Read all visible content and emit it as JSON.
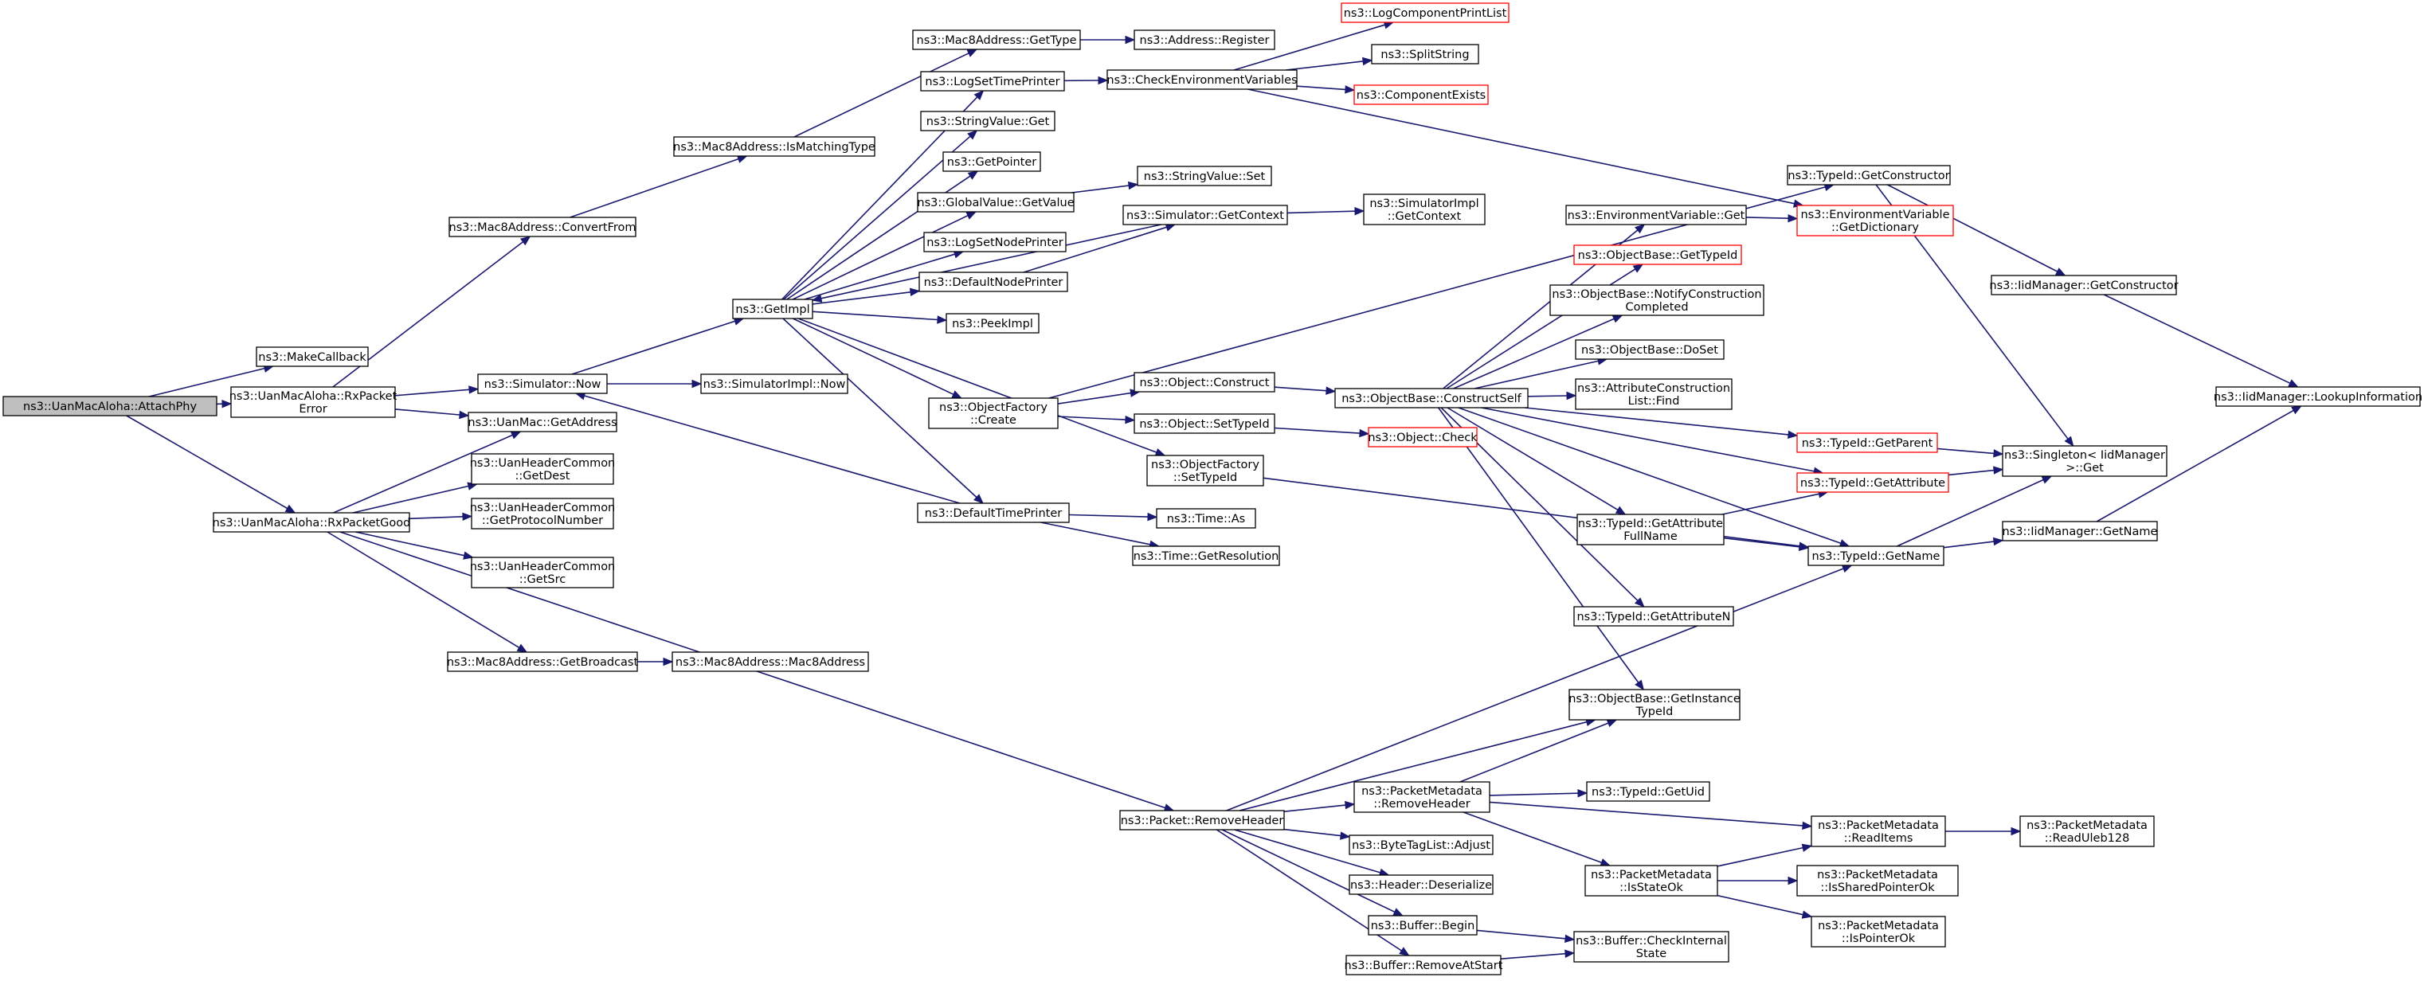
{
  "colors": {
    "edge": "#191970",
    "node_border": "#000000",
    "node_border_incomplete": "#ff0000",
    "root_fill": "#bfbfbf",
    "node_fill": "#ffffff"
  },
  "nodes": [
    {
      "id": "root",
      "lines": [
        "ns3::UanMacAloha::AttachPhy"
      ],
      "root": true
    },
    {
      "id": "makeCallback",
      "lines": [
        "ns3::MakeCallback"
      ]
    },
    {
      "id": "rxPacketError",
      "lines": [
        "ns3::UanMacAloha::RxPacket",
        "Error"
      ]
    },
    {
      "id": "rxPacketGood",
      "lines": [
        "ns3::UanMacAloha::RxPacketGood"
      ]
    },
    {
      "id": "mac8ConvertFrom",
      "lines": [
        "ns3::Mac8Address::ConvertFrom"
      ]
    },
    {
      "id": "simNow",
      "lines": [
        "ns3::Simulator::Now"
      ]
    },
    {
      "id": "uanMacGetAddress",
      "lines": [
        "ns3::UanMac::GetAddress"
      ]
    },
    {
      "id": "getDest",
      "lines": [
        "ns3::UanHeaderCommon",
        "::GetDest"
      ]
    },
    {
      "id": "getProtocolNumber",
      "lines": [
        "ns3::UanHeaderCommon",
        "::GetProtocolNumber"
      ]
    },
    {
      "id": "getSrc",
      "lines": [
        "ns3::UanHeaderCommon",
        "::GetSrc"
      ]
    },
    {
      "id": "mac8GetBroadcast",
      "lines": [
        "ns3::Mac8Address::GetBroadcast"
      ]
    },
    {
      "id": "mac8Ctor",
      "lines": [
        "ns3::Mac8Address::Mac8Address"
      ]
    },
    {
      "id": "mac8IsMatchingType",
      "lines": [
        "ns3::Mac8Address::IsMatchingType"
      ]
    },
    {
      "id": "mac8GetType",
      "lines": [
        "ns3::Mac8Address::GetType"
      ]
    },
    {
      "id": "addressRegister",
      "lines": [
        "ns3::Address::Register"
      ]
    },
    {
      "id": "getImpl",
      "lines": [
        "ns3::GetImpl"
      ]
    },
    {
      "id": "simImplNow",
      "lines": [
        "ns3::SimulatorImpl::Now"
      ]
    },
    {
      "id": "logSetTimePrinter",
      "lines": [
        "ns3::LogSetTimePrinter"
      ]
    },
    {
      "id": "stringValueGet",
      "lines": [
        "ns3::StringValue::Get"
      ]
    },
    {
      "id": "getPointer",
      "lines": [
        "ns3::GetPointer"
      ]
    },
    {
      "id": "globalValueGetValue",
      "lines": [
        "ns3::GlobalValue::GetValue"
      ]
    },
    {
      "id": "logSetNodePrinter",
      "lines": [
        "ns3::LogSetNodePrinter"
      ]
    },
    {
      "id": "defaultNodePrinter",
      "lines": [
        "ns3::DefaultNodePrinter"
      ]
    },
    {
      "id": "peekImpl",
      "lines": [
        "ns3::PeekImpl"
      ]
    },
    {
      "id": "objectFactoryCreate",
      "lines": [
        "ns3::ObjectFactory",
        "::Create"
      ]
    },
    {
      "id": "defaultTimePrinter",
      "lines": [
        "ns3::DefaultTimePrinter"
      ]
    },
    {
      "id": "checkEnvVars",
      "lines": [
        "ns3::CheckEnvironmentVariables"
      ]
    },
    {
      "id": "logComponentPrintList",
      "lines": [
        "ns3::LogComponentPrintList"
      ],
      "incomplete": true
    },
    {
      "id": "splitString",
      "lines": [
        "ns3::SplitString"
      ]
    },
    {
      "id": "componentExists",
      "lines": [
        "ns3::ComponentExists"
      ],
      "incomplete": true
    },
    {
      "id": "stringValueSet",
      "lines": [
        "ns3::StringValue::Set"
      ]
    },
    {
      "id": "simGetContext",
      "lines": [
        "ns3::Simulator::GetContext"
      ]
    },
    {
      "id": "simImplGetContext",
      "lines": [
        "ns3::SimulatorImpl",
        "::GetContext"
      ]
    },
    {
      "id": "objectConstruct",
      "lines": [
        "ns3::Object::Construct"
      ]
    },
    {
      "id": "objectSetTypeId",
      "lines": [
        "ns3::Object::SetTypeId"
      ]
    },
    {
      "id": "objectFactorySetTypeId",
      "lines": [
        "ns3::ObjectFactory",
        "::SetTypeId"
      ]
    },
    {
      "id": "timeAs",
      "lines": [
        "ns3::Time::As"
      ]
    },
    {
      "id": "timeGetResolution",
      "lines": [
        "ns3::Time::GetResolution"
      ]
    },
    {
      "id": "objectCheck",
      "lines": [
        "ns3::Object::Check"
      ],
      "incomplete": true
    },
    {
      "id": "constructSelf",
      "lines": [
        "ns3::ObjectBase::ConstructSelf"
      ]
    },
    {
      "id": "envVarGet",
      "lines": [
        "ns3::EnvironmentVariable::Get"
      ]
    },
    {
      "id": "obGetTypeId",
      "lines": [
        "ns3::ObjectBase::GetTypeId"
      ],
      "incomplete": true
    },
    {
      "id": "notifyConstructionCompleted",
      "lines": [
        "ns3::ObjectBase::NotifyConstruction",
        "Completed"
      ]
    },
    {
      "id": "obDoSet",
      "lines": [
        "ns3::ObjectBase::DoSet"
      ]
    },
    {
      "id": "attrConstructionListFind",
      "lines": [
        "ns3::AttributeConstruction",
        "List::Find"
      ]
    },
    {
      "id": "typeIdGetAttributeFullName",
      "lines": [
        "ns3::TypeId::GetAttribute",
        "FullName"
      ]
    },
    {
      "id": "typeIdGetAttributeN",
      "lines": [
        "ns3::TypeId::GetAttributeN"
      ]
    },
    {
      "id": "obGetInstanceTypeId",
      "lines": [
        "ns3::ObjectBase::GetInstance",
        "TypeId"
      ]
    },
    {
      "id": "typeIdGetConstructor",
      "lines": [
        "ns3::TypeId::GetConstructor"
      ]
    },
    {
      "id": "envVarGetDictionary",
      "lines": [
        "ns3::EnvironmentVariable",
        "::GetDictionary"
      ],
      "incomplete": true
    },
    {
      "id": "typeIdGetParent",
      "lines": [
        "ns3::TypeId::GetParent"
      ],
      "incomplete": true
    },
    {
      "id": "typeIdGetAttribute",
      "lines": [
        "ns3::TypeId::GetAttribute"
      ],
      "incomplete": true
    },
    {
      "id": "typeIdGetName",
      "lines": [
        "ns3::TypeId::GetName"
      ]
    },
    {
      "id": "iidGetConstructor",
      "lines": [
        "ns3::IidManager::GetConstructor"
      ]
    },
    {
      "id": "singletonGet",
      "lines": [
        "ns3::Singleton< IidManager",
        "&gt;::Get"
      ]
    },
    {
      "id": "iidGetName",
      "lines": [
        "ns3::IidManager::GetName"
      ]
    },
    {
      "id": "iidLookupInformation",
      "lines": [
        "ns3::IidManager::LookupInformation"
      ]
    },
    {
      "id": "packetRemoveHeader",
      "lines": [
        "ns3::Packet::RemoveHeader"
      ]
    },
    {
      "id": "pmRemoveHeader",
      "lines": [
        "ns3::PacketMetadata",
        "::RemoveHeader"
      ]
    },
    {
      "id": "byteTagListAdjust",
      "lines": [
        "ns3::ByteTagList::Adjust"
      ]
    },
    {
      "id": "headerDeserialize",
      "lines": [
        "ns3::Header::Deserialize"
      ]
    },
    {
      "id": "bufferBegin",
      "lines": [
        "ns3::Buffer::Begin"
      ]
    },
    {
      "id": "bufferRemoveAtStart",
      "lines": [
        "ns3::Buffer::RemoveAtStart"
      ]
    },
    {
      "id": "typeIdGetUid",
      "lines": [
        "ns3::TypeId::GetUid"
      ]
    },
    {
      "id": "pmIsStateOk",
      "lines": [
        "ns3::PacketMetadata",
        "::IsStateOk"
      ]
    },
    {
      "id": "bufferCheckInternalState",
      "lines": [
        "ns3::Buffer::CheckInternal",
        "State"
      ]
    },
    {
      "id": "pmReadItems",
      "lines": [
        "ns3::PacketMetadata",
        "::ReadItems"
      ]
    },
    {
      "id": "pmIsSharedPointerOk",
      "lines": [
        "ns3::PacketMetadata",
        "::IsSharedPointerOk"
      ]
    },
    {
      "id": "pmIsPointerOk",
      "lines": [
        "ns3::PacketMetadata",
        "::IsPointerOk"
      ]
    },
    {
      "id": "pmReadUleb128",
      "lines": [
        "ns3::PacketMetadata",
        "::ReadUleb128"
      ]
    }
  ],
  "edges": [
    [
      "root",
      "makeCallback"
    ],
    [
      "root",
      "rxPacketError"
    ],
    [
      "root",
      "rxPacketGood"
    ],
    [
      "rxPacketError",
      "mac8ConvertFrom"
    ],
    [
      "rxPacketError",
      "simNow"
    ],
    [
      "rxPacketError",
      "uanMacGetAddress"
    ],
    [
      "rxPacketGood",
      "uanMacGetAddress"
    ],
    [
      "rxPacketGood",
      "getDest"
    ],
    [
      "rxPacketGood",
      "getProtocolNumber"
    ],
    [
      "rxPacketGood",
      "getSrc"
    ],
    [
      "rxPacketGood",
      "mac8GetBroadcast"
    ],
    [
      "rxPacketGood",
      "packetRemoveHeader"
    ],
    [
      "mac8ConvertFrom",
      "mac8IsMatchingType"
    ],
    [
      "mac8IsMatchingType",
      "mac8GetType"
    ],
    [
      "mac8GetType",
      "addressRegister"
    ],
    [
      "mac8GetBroadcast",
      "mac8Ctor"
    ],
    [
      "simNow",
      "getImpl"
    ],
    [
      "simNow",
      "simImplNow"
    ],
    [
      "getImpl",
      "logSetTimePrinter"
    ],
    [
      "getImpl",
      "stringValueGet"
    ],
    [
      "getImpl",
      "getPointer"
    ],
    [
      "getImpl",
      "globalValueGetValue"
    ],
    [
      "getImpl",
      "logSetNodePrinter"
    ],
    [
      "getImpl",
      "defaultNodePrinter"
    ],
    [
      "getImpl",
      "peekImpl"
    ],
    [
      "getImpl",
      "objectFactoryCreate"
    ],
    [
      "getImpl",
      "defaultTimePrinter"
    ],
    [
      "getImpl",
      "objectFactorySetTypeId"
    ],
    [
      "logSetTimePrinter",
      "checkEnvVars"
    ],
    [
      "checkEnvVars",
      "logComponentPrintList"
    ],
    [
      "checkEnvVars",
      "splitString"
    ],
    [
      "checkEnvVars",
      "componentExists"
    ],
    [
      "checkEnvVars",
      "envVarGetDictionary"
    ],
    [
      "globalValueGetValue",
      "stringValueSet"
    ],
    [
      "defaultNodePrinter",
      "simGetContext"
    ],
    [
      "simGetContext",
      "getImpl"
    ],
    [
      "simGetContext",
      "simImplGetContext"
    ],
    [
      "defaultTimePrinter",
      "simNow"
    ],
    [
      "defaultTimePrinter",
      "timeAs"
    ],
    [
      "defaultTimePrinter",
      "timeGetResolution"
    ],
    [
      "objectFactoryCreate",
      "objectConstruct"
    ],
    [
      "objectFactoryCreate",
      "objectSetTypeId"
    ],
    [
      "objectFactoryCreate",
      "typeIdGetConstructor"
    ],
    [
      "objectConstruct",
      "constructSelf"
    ],
    [
      "objectSetTypeId",
      "objectCheck"
    ],
    [
      "objectFactorySetTypeId",
      "typeIdGetName"
    ],
    [
      "constructSelf",
      "envVarGet"
    ],
    [
      "constructSelf",
      "obGetTypeId"
    ],
    [
      "constructSelf",
      "notifyConstructionCompleted"
    ],
    [
      "constructSelf",
      "obDoSet"
    ],
    [
      "constructSelf",
      "attrConstructionListFind"
    ],
    [
      "constructSelf",
      "typeIdGetParent"
    ],
    [
      "constructSelf",
      "typeIdGetAttribute"
    ],
    [
      "constructSelf",
      "typeIdGetAttributeFullName"
    ],
    [
      "constructSelf",
      "typeIdGetName"
    ],
    [
      "constructSelf",
      "typeIdGetAttributeN"
    ],
    [
      "constructSelf",
      "obGetInstanceTypeId"
    ],
    [
      "envVarGet",
      "envVarGetDictionary"
    ],
    [
      "typeIdGetAttributeFullName",
      "typeIdGetAttribute"
    ],
    [
      "typeIdGetAttributeFullName",
      "typeIdGetName"
    ],
    [
      "typeIdGetConstructor",
      "iidGetConstructor"
    ],
    [
      "typeIdGetConstructor",
      "singletonGet"
    ],
    [
      "typeIdGetParent",
      "singletonGet"
    ],
    [
      "typeIdGetAttribute",
      "singletonGet"
    ],
    [
      "typeIdGetName",
      "singletonGet"
    ],
    [
      "typeIdGetName",
      "iidGetName"
    ],
    [
      "iidGetConstructor",
      "iidLookupInformation"
    ],
    [
      "iidGetName",
      "iidLookupInformation"
    ],
    [
      "packetRemoveHeader",
      "obGetInstanceTypeId"
    ],
    [
      "packetRemoveHeader",
      "typeIdGetName"
    ],
    [
      "packetRemoveHeader",
      "pmRemoveHeader"
    ],
    [
      "packetRemoveHeader",
      "byteTagListAdjust"
    ],
    [
      "packetRemoveHeader",
      "headerDeserialize"
    ],
    [
      "packetRemoveHeader",
      "bufferBegin"
    ],
    [
      "packetRemoveHeader",
      "bufferRemoveAtStart"
    ],
    [
      "pmRemoveHeader",
      "obGetInstanceTypeId"
    ],
    [
      "pmRemoveHeader",
      "typeIdGetUid"
    ],
    [
      "pmRemoveHeader",
      "pmReadItems"
    ],
    [
      "pmRemoveHeader",
      "pmIsStateOk"
    ],
    [
      "pmIsStateOk",
      "pmReadItems"
    ],
    [
      "pmIsStateOk",
      "pmIsSharedPointerOk"
    ],
    [
      "pmIsStateOk",
      "pmIsPointerOk"
    ],
    [
      "pmReadItems",
      "pmReadUleb128"
    ],
    [
      "bufferBegin",
      "bufferCheckInternalState"
    ],
    [
      "bufferRemoveAtStart",
      "bufferCheckInternalState"
    ]
  ]
}
